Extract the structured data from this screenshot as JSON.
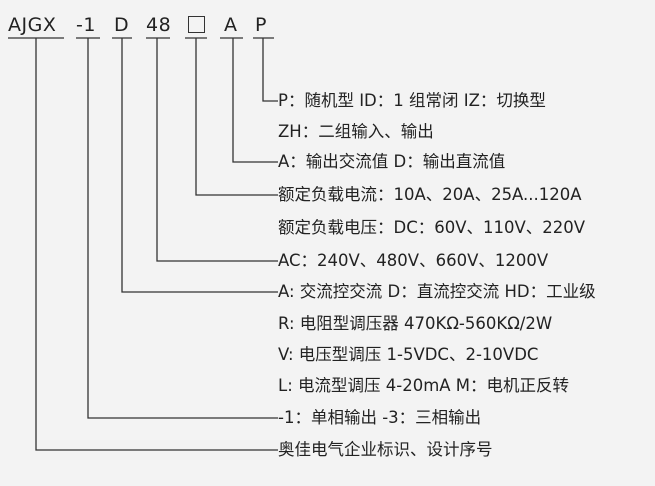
{
  "code_parts": [
    "AJGX",
    "-1",
    "D",
    "48",
    "A",
    "P"
  ],
  "descriptions": [
    "P：随机型 ID：1 组常闭 IZ：切换型",
    "ZH：二组输入、输出",
    "A：输出交流值 D：输出直流值",
    "额定负载电流：10A、20A、25A...120A",
    "额定负载电压：DC：60V、110V、220V",
    "AC：240V、480V、660V、1200V",
    "A: 交流控交流 D：直流控交流 HD：工业级",
    "R: 电阻型调压器 470KΩ-560KΩ/2W",
    "V: 电压型调压 1-5VDC、2-10VDC",
    "L: 电流型调压 4-20mA M：电机正反转",
    "-1：单相输出 -3：三相输出",
    "奥佳电气企业标识、设计序号"
  ]
}
